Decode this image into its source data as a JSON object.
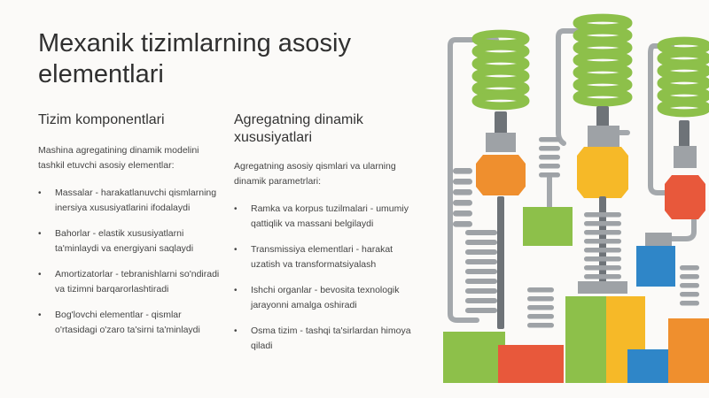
{
  "slide": {
    "title": "Mexanik tizimlarning asosiy elementlari",
    "left_column": {
      "heading": "Tizim komponentlari",
      "intro": "Mashina agregatining dinamik modelini tashkil etuvchi asosiy elementlar:",
      "items": [
        "Massalar - harakatlanuvchi qismlarning inersiya xususiyatlarini ifodalaydi",
        "Bahorlar - elastik xususiyatlarni ta'minlaydi va energiyani saqlaydi",
        "Amortizatorlar - tebranishlarni so'ndiradi va tizimni barqarorlashtiradi",
        "Bog'lovchi elementlar - qismlar o'rtasidagi o'zaro ta'sirni ta'minlaydi"
      ]
    },
    "right_column": {
      "heading": "Agregatning dinamik xususiyatlari",
      "intro": "Agregatning asosiy qismlari va ularning dinamik parametrlari:",
      "items": [
        "Ramka va korpus tuzilmalari - umumiy qattiqlik va massani belgilaydi",
        "Transmissiya elementlari - harakat uzatish va transformatsiyalash",
        "Ishchi organlar - bevosita texnologik jarayonni amalga oshiradi",
        "Osma tizim - tashqi ta'sirlardan himoya qiladi"
      ]
    },
    "bullet_glyph": "•",
    "illustration": {
      "icon": "spring-mass-damper-illustration",
      "colors": {
        "green": "#8dc04a",
        "orange": "#ef8f2e",
        "yellow": "#f6b928",
        "red": "#e8583b",
        "blue": "#2f86c8",
        "gray": "#9ea2a6",
        "dark_gray": "#6e7378"
      }
    }
  }
}
